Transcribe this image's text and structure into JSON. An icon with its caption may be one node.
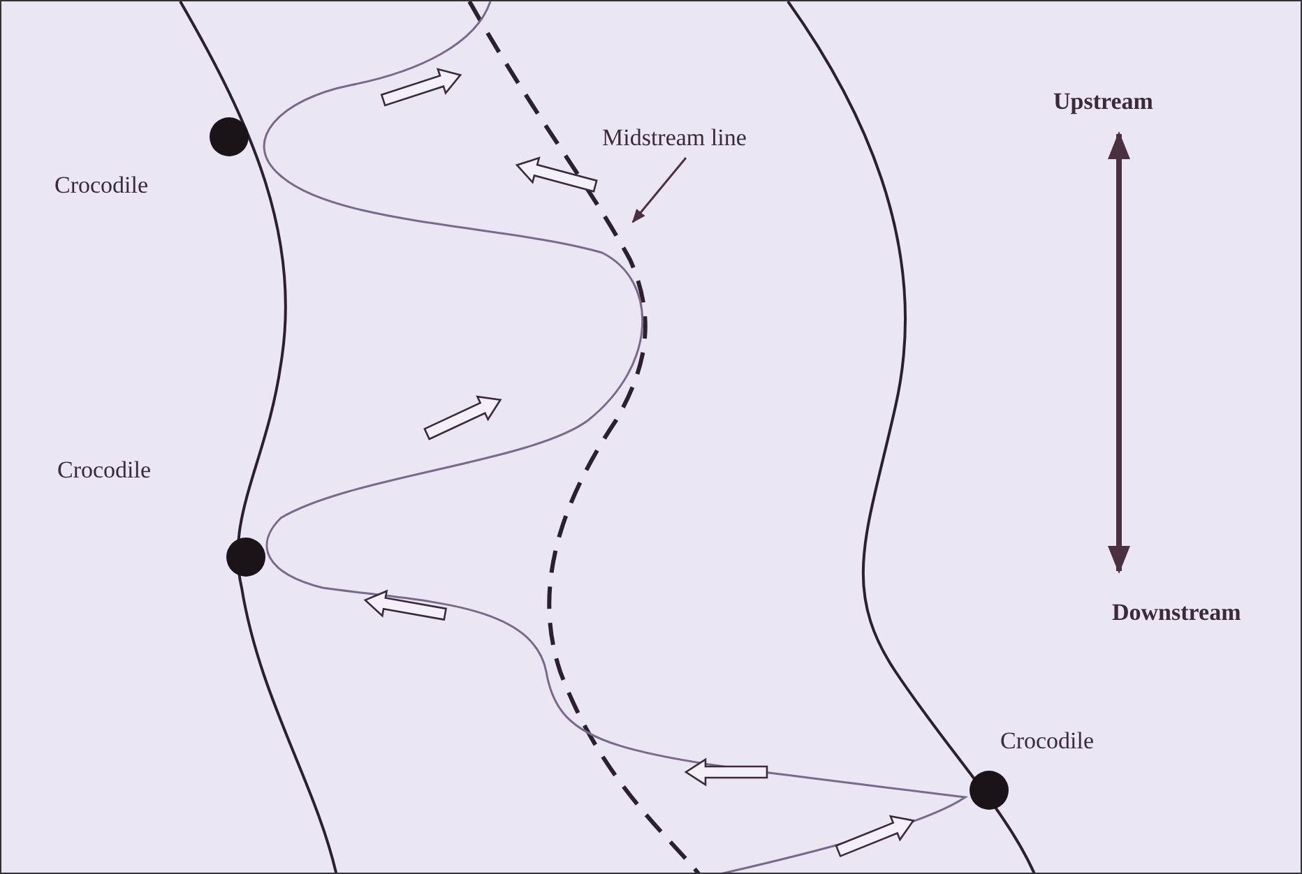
{
  "diagram": {
    "nodes": [
      {
        "text": [
          "Midstream line"
        ]
      },
      {
        "text": [],
        "shape": "line"
      }
    ],
    "edges": [
      {
        "from": 0,
        "to": 1,
        "arrow": "to"
      }
    ],
    "labels": [
      "Upstream",
      "Crocodile",
      "Crocodile",
      "Downstream",
      "Crocodile"
    ]
  }
}
